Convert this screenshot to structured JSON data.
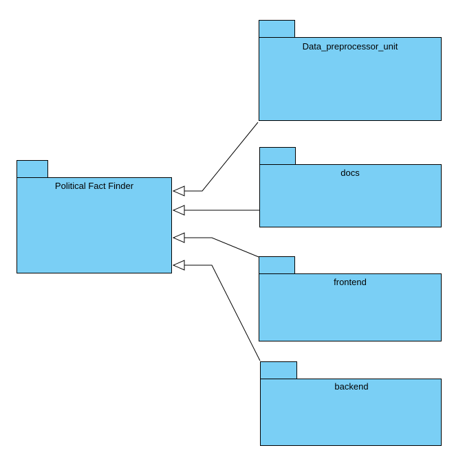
{
  "diagram": {
    "main_package": {
      "name": "Political Fact Finder"
    },
    "packages": [
      {
        "name": "Data_preprocessor_unit"
      },
      {
        "name": "docs"
      },
      {
        "name": "frontend"
      },
      {
        "name": "backend"
      }
    ],
    "relationship": "generalization",
    "colors": {
      "package_fill": "#7ACFF5",
      "line": "#000000",
      "arrowhead_fill": "#ffffff"
    }
  }
}
